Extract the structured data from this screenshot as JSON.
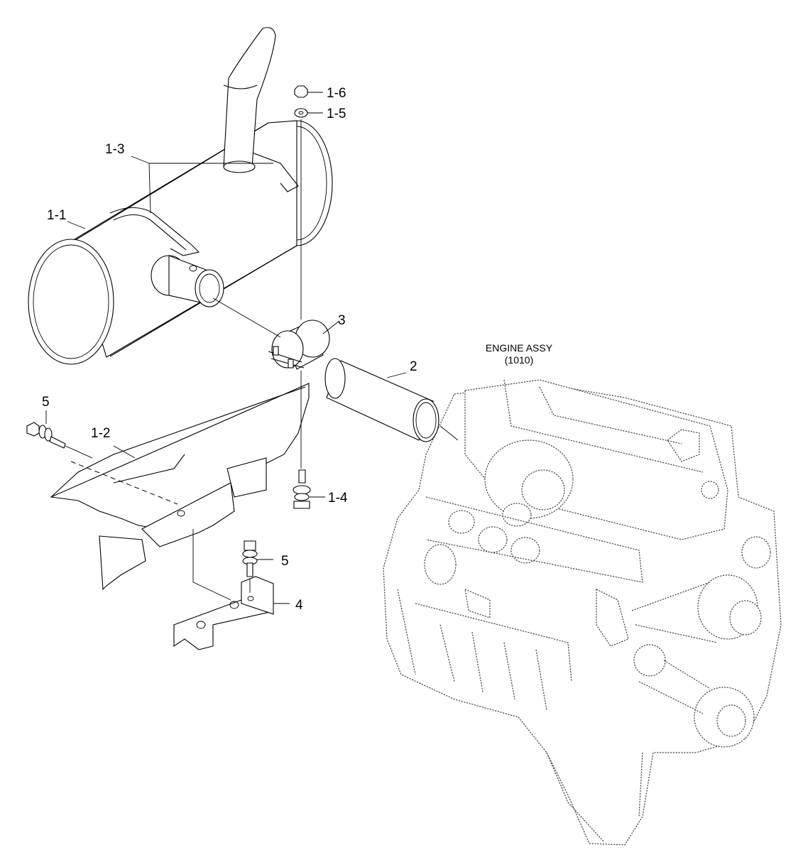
{
  "callouts": {
    "c_1_1": "1-1",
    "c_1_2": "1-2",
    "c_1_3": "1-3",
    "c_1_4": "1-4",
    "c_1_5": "1-5",
    "c_1_6": "1-6",
    "c_2": "2",
    "c_3": "3",
    "c_4": "4",
    "c_5a": "5",
    "c_5b": "5"
  },
  "engine": {
    "title": "ENGINE ASSY",
    "ref": "(1010)"
  }
}
